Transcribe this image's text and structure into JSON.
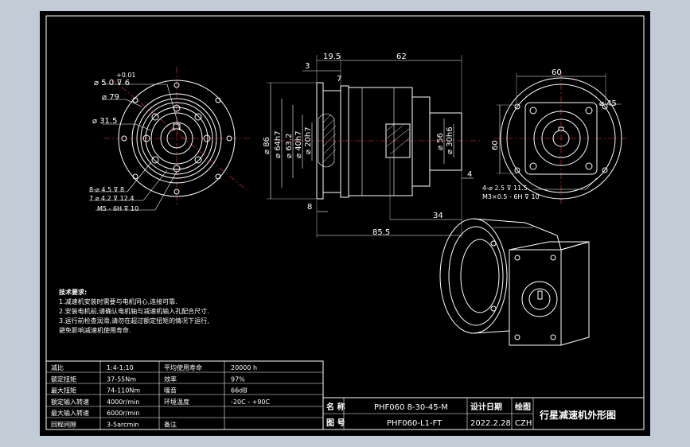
{
  "drawing": {
    "front_view": {
      "dim_tol": "+0.01",
      "dim_bore": "⌀ 5  0  ⊽ 6",
      "dim_outer": "⌀ 79",
      "dim_pcd": "⌀ 31.5",
      "dim_holes1": "8-⌀ 4.5 ⊽ 8",
      "dim_holes2": "7  ⌀ 4.2 ⊽ 12.4",
      "dim_thread": "M5 - 6H ⊽ 10"
    },
    "side_view": {
      "dim_19_5": "19.5",
      "dim_62": "62",
      "dim_3": "3",
      "dim_7": "7",
      "dim_86": "⌀ 86",
      "dim_64": "⌀ 64h7",
      "dim_63": "⌀ 63.2",
      "dim_40": "⌀ 40h7",
      "dim_20": "⌀ 20h7",
      "dim_56": "⌀ 56",
      "dim_30": "⌀ 30h6",
      "dim_8": "8",
      "dim_4": "4",
      "dim_34": "34",
      "dim_85": "85.5"
    },
    "flange_view": {
      "dim_60_top": "60",
      "dim_60_side": "60",
      "dim_45": "⌀ 45",
      "dim_holes": "4-⌀ 2.5 ⊽ 11.5",
      "dim_thread": "M3×0.5 - 6H ⊽ 10"
    },
    "notes": [
      "技术要求:",
      "1.减速机安装时需要与电机同心,连接可靠.",
      "2.安装电机前,请确认电机轴与减速机输入孔配合尺寸.",
      "3.运行前检查润滑,请勿在超过额定扭矩的情况下运行,",
      "  避免影响减速机使用寿命."
    ],
    "spec_table": [
      [
        "减比",
        "1:4-1:10",
        "平均使用寿命",
        "20000 h"
      ],
      [
        "额定扭矩",
        "37-55Nm",
        "效率",
        "97%"
      ],
      [
        "最大扭矩",
        "74-110Nm",
        "噪音",
        "66dB"
      ],
      [
        "额定输入转速",
        "4000r/min",
        "环境温度",
        "-20C - +90C"
      ],
      [
        "最大输入转速",
        "6000r/min",
        "",
        ""
      ],
      [
        "回程间隙",
        "3-5arcmin",
        "备注",
        ""
      ]
    ],
    "title_block": {
      "label_name": "名 称",
      "label_no": "图 号",
      "model": "PHF060 8-30-45-M",
      "model_code": "PHF060-L1-FT",
      "label_date": "设计日期",
      "date": "2022.2.28",
      "label_drawn": "绘图",
      "drawer": "CZH",
      "title": "行星减速机外形图"
    }
  }
}
